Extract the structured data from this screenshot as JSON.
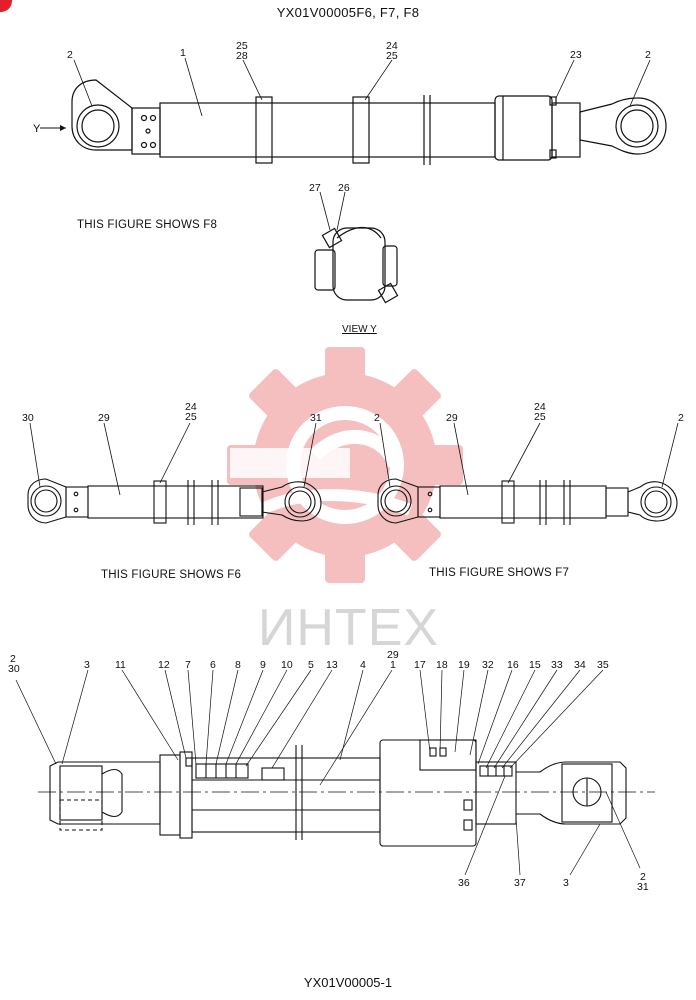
{
  "header": {
    "drawing_code": "YX01V00005F6, F7, F8"
  },
  "footer": {
    "drawing_code": "YX01V00005-1"
  },
  "watermark": {
    "text": "ИНТЕХ",
    "color": "#f5b9b9"
  },
  "badge_color": "#e0202a",
  "figure_f8": {
    "caption": "THIS FIGURE SHOWS  F8",
    "view_arrow_label": "Y",
    "callouts": [
      "2",
      "1",
      "25",
      "28",
      "24",
      "25",
      "23",
      "2"
    ]
  },
  "view_y": {
    "caption": "VIEW  Y",
    "callouts": [
      "27",
      "26"
    ]
  },
  "figure_f6": {
    "caption": "THIS FIGURE SHOWS  F6",
    "callouts": [
      "30",
      "29",
      "24",
      "25",
      "31"
    ]
  },
  "figure_f7": {
    "caption": "THIS FIGURE SHOWS  F7",
    "callouts": [
      "2",
      "29",
      "24",
      "25",
      "2"
    ]
  },
  "section": {
    "top_callouts": [
      "2",
      "30",
      "3",
      "11",
      "12",
      "7",
      "6",
      "8",
      "9",
      "10",
      "5",
      "13",
      "4",
      "29",
      "1",
      "17",
      "18",
      "19",
      "32",
      "16",
      "15",
      "33",
      "34",
      "35"
    ],
    "bottom_callouts": [
      "36",
      "37",
      "3",
      "2",
      "31"
    ]
  }
}
